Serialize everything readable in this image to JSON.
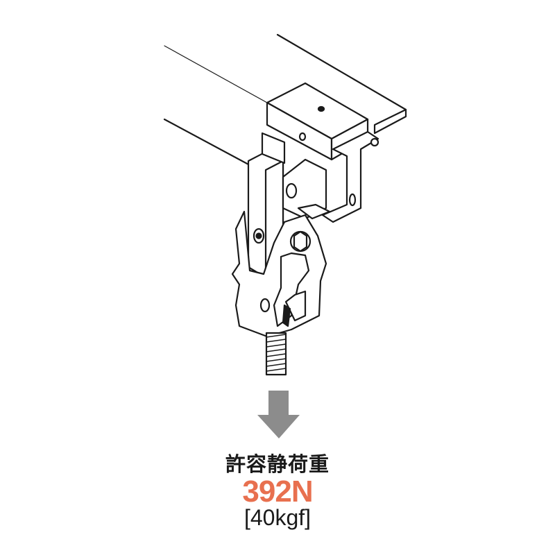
{
  "caption": {
    "label": "許容静荷重",
    "value": "392N",
    "value_alt": "[40kgf]"
  },
  "colors": {
    "accent": "#e8704f",
    "arrow": "#8c8c8c",
    "text": "#1a1a1a"
  }
}
